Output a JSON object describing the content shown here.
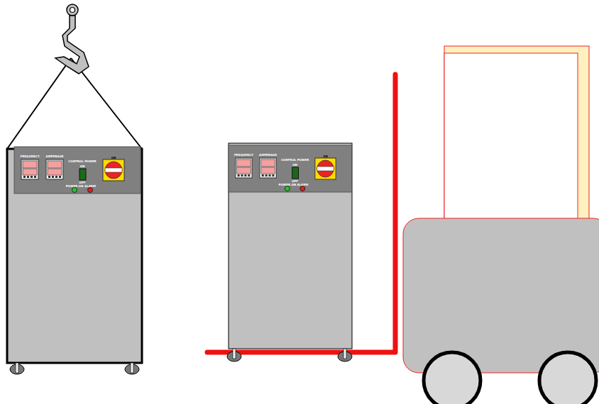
{
  "diagram": {
    "labels": [
      "FREQUENCY",
      "AMPERAGE",
      "CONTROL POWER",
      "ON",
      "OFF",
      "POWER ON",
      "ALARM",
      "ON",
      "FREQUENCY",
      "AMPERAGE",
      "CONTROL POWER",
      "ON",
      "OFF",
      "POWER ON",
      "ALARM",
      "ON"
    ]
  }
}
